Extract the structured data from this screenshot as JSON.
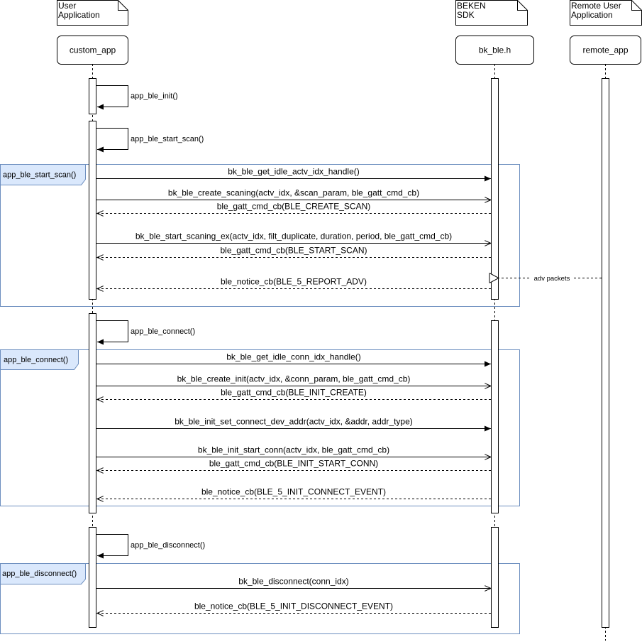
{
  "notes": [
    {
      "line1": "User",
      "line2": "Application"
    },
    {
      "line1": "BEKEN",
      "line2": "SDK"
    },
    {
      "line1": "Remote User",
      "line2": "Application"
    }
  ],
  "participants": {
    "custom_app": "custom_app",
    "bk_ble": "bk_ble.h",
    "remote_app": "remote_app"
  },
  "frames": {
    "scan": "app_ble_start_scan()",
    "connect": "app_ble_connect()",
    "disconnect": "app_ble_disconnect()"
  },
  "self_calls": {
    "init": "app_ble_init()",
    "start_scan": "app_ble_start_scan()",
    "connect": "app_ble_connect()",
    "disconnect": "app_ble_disconnect()"
  },
  "messages": {
    "m1": "bk_ble_get_idle_actv_idx_handle()",
    "m2": "bk_ble_create_scaning(actv_idx, &scan_param, ble_gatt_cmd_cb)",
    "m3": "ble_gatt_cmd_cb(BLE_CREATE_SCAN)",
    "m4": "bk_ble_start_scaning_ex(actv_idx, filt_duplicate, duration, period, ble_gatt_cmd_cb)",
    "m5": "ble_gatt_cmd_cb(BLE_START_SCAN)",
    "m6": "ble_notice_cb(BLE_5_REPORT_ADV)",
    "adv": "adv packets",
    "m7": "bk_ble_get_idle_conn_idx_handle()",
    "m8": "bk_ble_create_init(actv_idx, &conn_param, ble_gatt_cmd_cb)",
    "m9": "ble_gatt_cmd_cb(BLE_INIT_CREATE)",
    "m10": "bk_ble_init_set_connect_dev_addr(actv_idx, &addr, addr_type)",
    "m11": "bk_ble_init_start_conn(actv_idx, ble_gatt_cmd_cb)",
    "m12": "ble_gatt_cmd_cb(BLE_INIT_START_CONN)",
    "m13": "ble_notice_cb(BLE_5_INIT_CONNECT_EVENT)",
    "m14": "bk_ble_disconnect(conn_idx)",
    "m15": "ble_notice_cb(BLE_5_INIT_DISCONNECT_EVENT)"
  },
  "colors": {
    "frame_border": "#6c8ebf",
    "frame_tab_fill": "#dae8fc",
    "line": "#000000"
  }
}
